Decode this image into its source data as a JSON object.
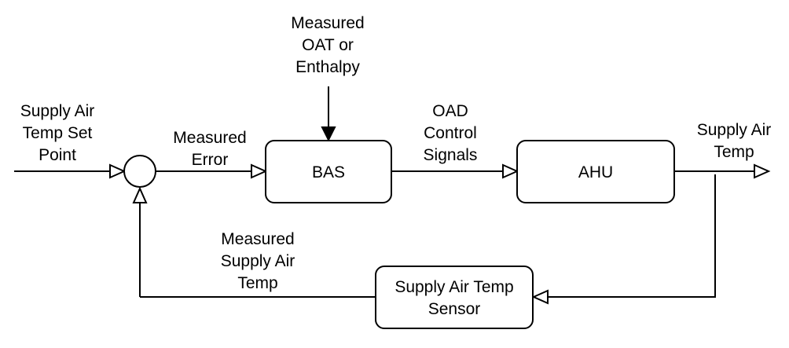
{
  "nodes": {
    "bas": "BAS",
    "ahu": "AHU",
    "sensor": [
      "Supply Air Temp",
      "Sensor"
    ]
  },
  "labels": {
    "setpoint": [
      "Supply Air",
      "Temp Set",
      "Point"
    ],
    "measured_error": [
      "Measured",
      "Error"
    ],
    "measured_oat": [
      "Measured",
      "OAT or",
      "Enthalpy"
    ],
    "oad_control": [
      "OAD",
      "Control",
      "Signals"
    ],
    "supply_air_temp": [
      "Supply Air",
      "Temp"
    ],
    "measured_supply": [
      "Measured",
      "Supply Air",
      "Temp"
    ]
  }
}
